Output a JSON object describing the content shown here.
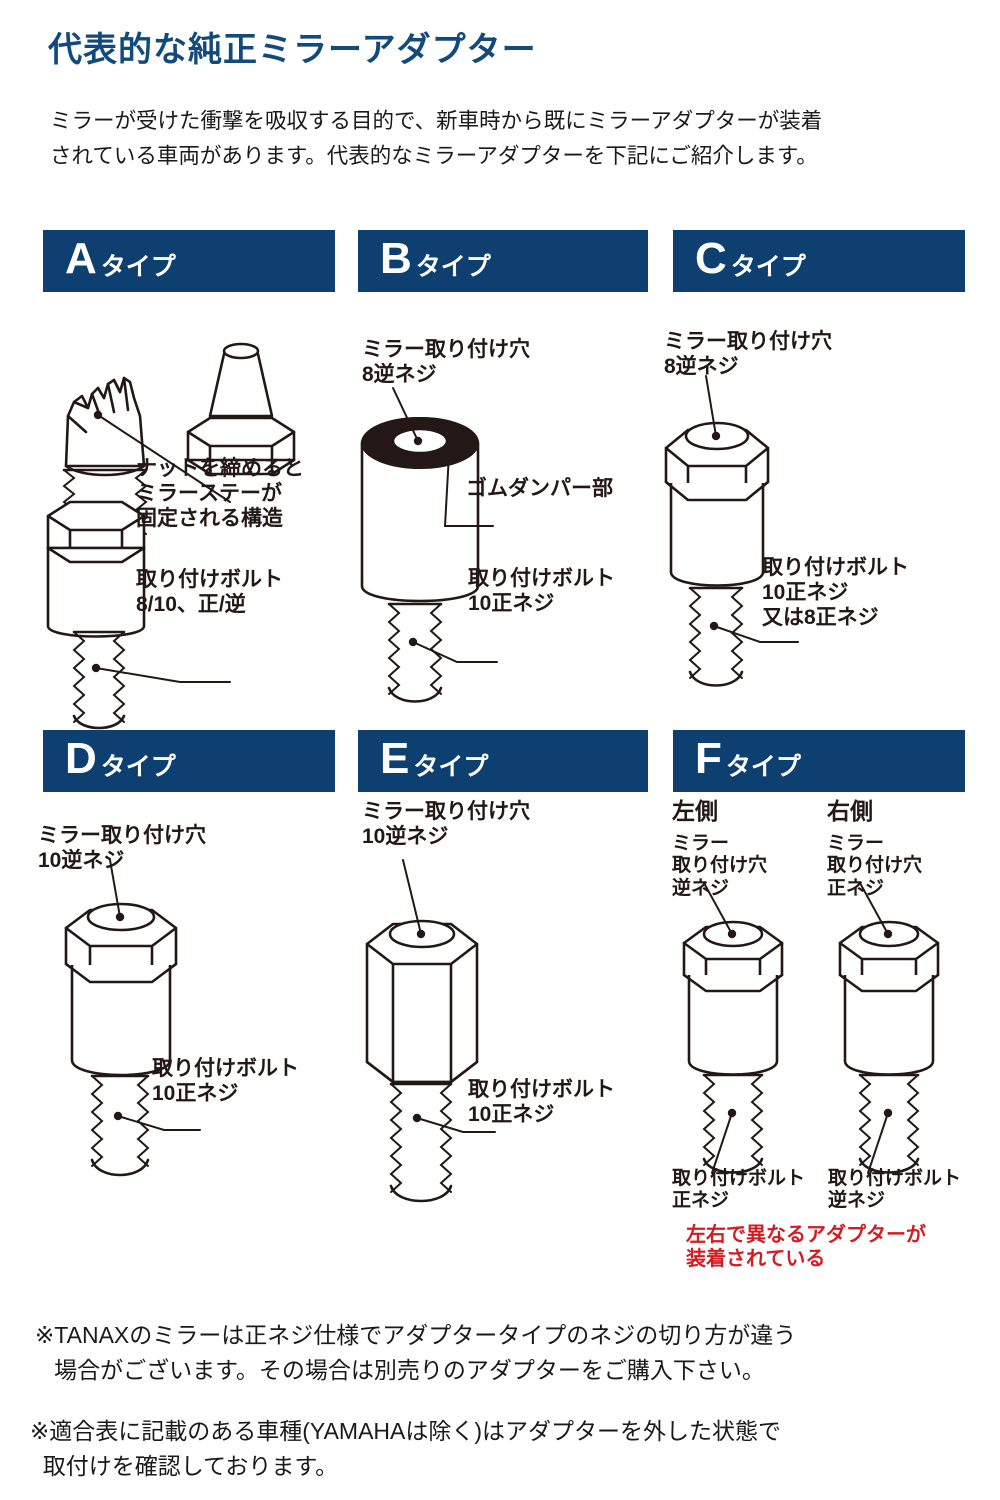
{
  "header": {
    "title": "代表的な純正ミラーアダプター",
    "intro_line1": "ミラーが受けた衝撃を吸収する目的で、新車時から既にミラーアダプターが装着",
    "intro_line2": "されている車両があります。代表的なミラーアダプターを下記にご紹介します。"
  },
  "types": [
    {
      "id": "A",
      "letter": "A",
      "suffix": "タイプ",
      "labels": [
        {
          "name": "nut-tighten-note",
          "text": "ナットを締めると\nミラーステーが\n固定される構造"
        },
        {
          "name": "mount-bolt-note",
          "text": "取り付けボルト\n8/10、正/逆"
        }
      ]
    },
    {
      "id": "B",
      "letter": "B",
      "suffix": "タイプ",
      "labels": [
        {
          "name": "mirror-hole-note",
          "text": "ミラー取り付け穴\n8逆ネジ"
        },
        {
          "name": "rubber-damper-note",
          "text": "ゴムダンパー部"
        },
        {
          "name": "mount-bolt-note",
          "text": "取り付けボルト\n10正ネジ"
        }
      ]
    },
    {
      "id": "C",
      "letter": "C",
      "suffix": "タイプ",
      "labels": [
        {
          "name": "mirror-hole-note",
          "text": "ミラー取り付け穴\n8逆ネジ"
        },
        {
          "name": "mount-bolt-note",
          "text": "取り付けボルト\n10正ネジ\n又は8正ネジ"
        }
      ]
    },
    {
      "id": "D",
      "letter": "D",
      "suffix": "タイプ",
      "labels": [
        {
          "name": "mirror-hole-note",
          "text": "ミラー取り付け穴\n10逆ネジ"
        },
        {
          "name": "mount-bolt-note",
          "text": "取り付けボルト\n10正ネジ"
        }
      ]
    },
    {
      "id": "E",
      "letter": "E",
      "suffix": "タイプ",
      "labels": [
        {
          "name": "mirror-hole-note",
          "text": "ミラー取り付け穴\n10逆ネジ"
        },
        {
          "name": "mount-bolt-note",
          "text": "取り付けボルト\n10正ネジ"
        }
      ]
    },
    {
      "id": "F",
      "letter": "F",
      "suffix": "タイプ",
      "labels": [
        {
          "name": "left-side-heading",
          "text": "左側"
        },
        {
          "name": "left-mirror-hole-note",
          "text": "ミラー\n取り付け穴\n逆ネジ"
        },
        {
          "name": "right-side-heading",
          "text": "右側"
        },
        {
          "name": "right-mirror-hole-note",
          "text": "ミラー\n取り付け穴\n正ネジ"
        },
        {
          "name": "left-mount-bolt-note",
          "text": "取り付けボルト\n正ネジ"
        },
        {
          "name": "right-mount-bolt-note",
          "text": "取り付けボルト\n逆ネジ"
        },
        {
          "name": "warning-note",
          "text": "左右で異なるアダプターが\n装着されている"
        }
      ]
    }
  ],
  "footer": {
    "note1": "※TANAXのミラーは正ネジ仕様でアダプタータイプのネジの切り方が違う\n   場合がございます。その場合は別売りのアダプターをご購入下さい。",
    "note2": "※適合表に記載のある車種(YAMAHAは除く)はアダプターを外した状態で\n  取付けを確認しております。"
  },
  "colors": {
    "banner_blue": "#0d4071",
    "title_blue": "#134a7c",
    "warning_red": "#d31b22",
    "line_black": "#231815"
  }
}
